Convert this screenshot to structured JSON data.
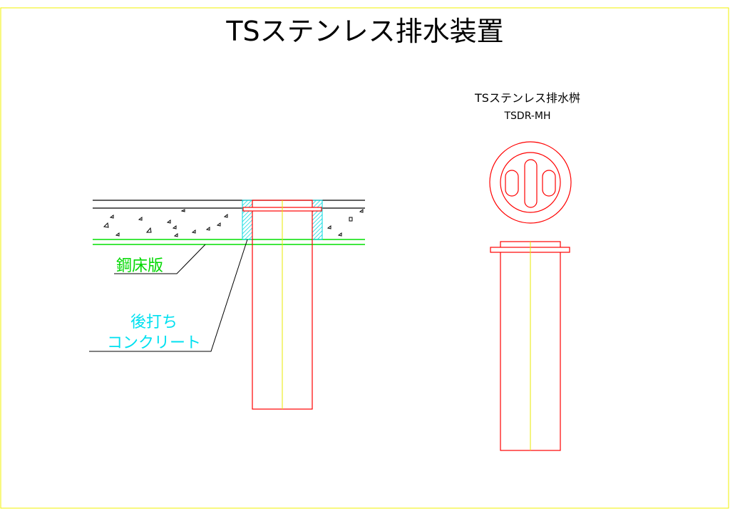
{
  "title": "TSステンレス排水装置",
  "detail_view": {
    "label_steel_deck": "鋼床版",
    "label_concrete_line1": "後打ち",
    "label_concrete_line2": "コンクリート"
  },
  "product_view": {
    "name": "TSステンレス排水桝",
    "model": "TSDR-MH"
  },
  "colors": {
    "frame": "#f0f000",
    "pipe": "#ff0000",
    "centerline": "#e8e800",
    "steel_deck": "#00e000",
    "concrete_hatch": "#00e0e0",
    "line": "#000000"
  }
}
